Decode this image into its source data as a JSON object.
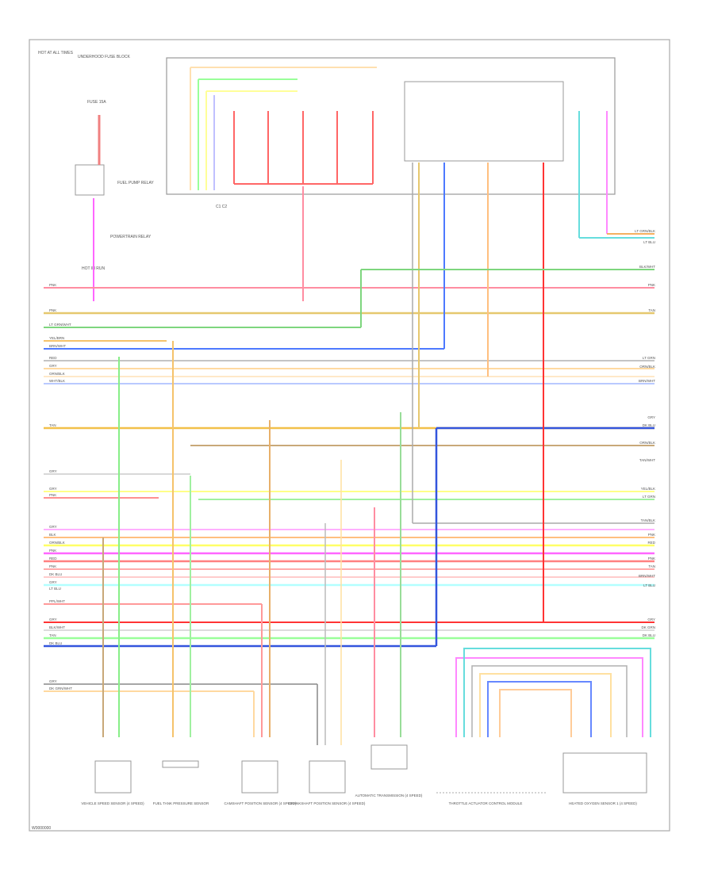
{
  "diagram": {
    "top_left_labels": [
      "HOT AT ALL TIMES",
      "UNDERHOOD FUSE BLOCK",
      "FUSE 15A",
      "HOT IN RUN"
    ],
    "relay_labels": [
      "FUEL PUMP RELAY",
      "POWERTRAIN RELAY"
    ],
    "ecm_connector_label": "C1 C2",
    "left_wire_colors": [
      "PNK",
      "PNK",
      "LT GRN/WHT",
      "YEL/BRN",
      "BRN/WHT",
      "RED",
      "GRY",
      "ORN/BLK",
      "WHT/BLK",
      "TAN",
      "GRY",
      "GRY",
      "PNK",
      "GRY",
      "BLK",
      "ORN/BLK",
      "PNK",
      "RED",
      "PNK",
      "DK BLU",
      "GRY",
      "LT BLU",
      "PPL/WHT",
      "GRY",
      "BLK/WHT",
      "TAN",
      "DK BLU",
      "GRY",
      "DK GRN/WHT"
    ],
    "right_wire_colors": [
      "LT GRN/BLK",
      "LT BLU",
      "BLK/WHT",
      "PNK",
      "TAN",
      "LT GRN",
      "ORN/BLK",
      "BRN/WHT",
      "GRY",
      "DK BLU",
      "ORN/BLK",
      "TAN/WHT",
      "YEL/BLK",
      "LT GRN",
      "TAN/BLK",
      "PNK",
      "RED",
      "PNK",
      "TAN",
      "BRN/WHT",
      "LT BLU",
      "GRY",
      "DK GRN",
      "DK BLU"
    ],
    "bottom_component_labels": [
      "VEHICLE SPEED SENSOR (4 SPEED)",
      "FUEL TANK PRESSURE SENSOR",
      "CAMSHAFT POSITION SENSOR (4 SPEED)",
      "CRANKSHAFT POSITION SENSOR (4 SPEED)",
      "AUTOMATIC TRANSMISSION (4 SPEED)",
      "THROTTLE ACTUATOR CONTROL MODULE",
      "HEATED OXYGEN SENSOR 1 (4 SPEED)"
    ],
    "footer_code": "W0000000"
  }
}
